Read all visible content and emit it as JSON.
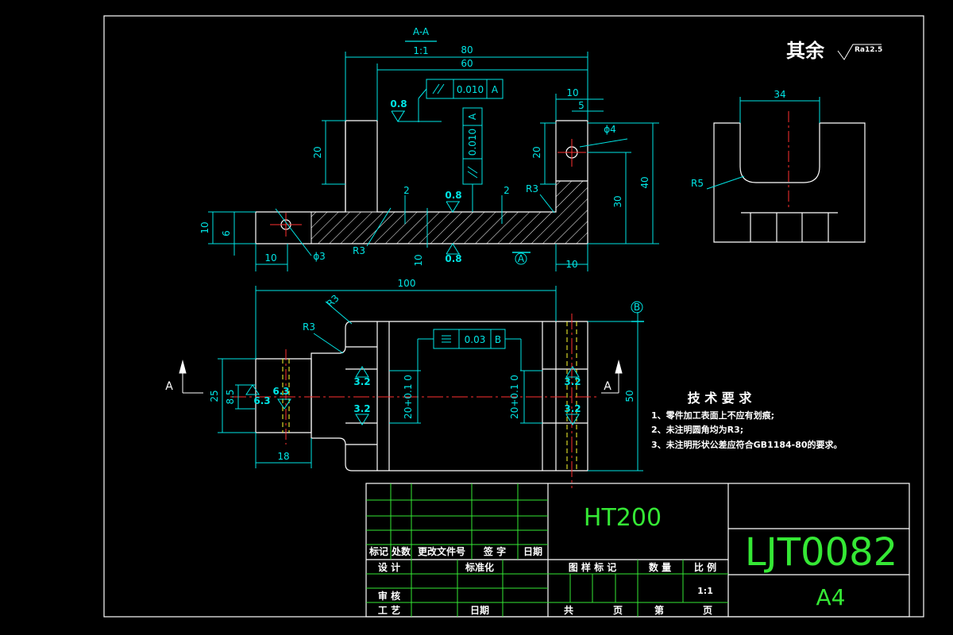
{
  "section_view": {
    "label": "A-A",
    "scale": "1:1"
  },
  "roughness_note": {
    "prefix": "其余",
    "value": "Ra12.5"
  },
  "dimensions": {
    "d80": "80",
    "d60": "60",
    "d10a": "10",
    "d5": "5",
    "phi4": "ϕ4",
    "d20a": "20",
    "d20b": "20",
    "d40": "40",
    "d30": "30",
    "d2a": "2",
    "d2b": "2",
    "r3a": "R3",
    "r3b": "R3",
    "d10b": "10",
    "d6": "6",
    "phi3": "ϕ3",
    "d10c": "10",
    "d10d": "10",
    "d10e": "10",
    "d100": "100",
    "r3c": "R3",
    "r3d": "R3",
    "d25": "25",
    "d8_5": "8.5",
    "d18": "18",
    "d50": "50",
    "d20tol_l": "20+0.1 0",
    "d20tol_r": "20+0.1 0",
    "d34": "34",
    "r5": "R5"
  },
  "roughness": {
    "r08a": "0.8",
    "r08b": "0.8",
    "r08c": "0.8",
    "r32a": "3.2",
    "r32b": "3.2",
    "r32c": "3.2",
    "r32d": "3.2",
    "r63a": "6.3",
    "r63b": "6.3"
  },
  "tolerances": {
    "parallel_top": {
      "symbol": "//",
      "value": "0.010",
      "datum": "A"
    },
    "parallel_vert": {
      "symbol": "//",
      "value": "0.010",
      "datum": "A"
    },
    "symmetry": {
      "symbol": "═",
      "value": "0.03",
      "datum": "B"
    }
  },
  "datums": {
    "a": "A",
    "b": "B"
  },
  "section_markers": {
    "left": "A",
    "right": "A"
  },
  "tech_requirements": {
    "title": "技 术 要 求",
    "items": [
      "1、零件加工表面上不应有划痕;",
      "2、未注明圆角均为R3;",
      "3、未注明形状公差应符合GB1184-80的要求。"
    ]
  },
  "title_block": {
    "material": "HT200",
    "drawing_no": "LJT0082",
    "sheet_size": "A4",
    "rev_headers": [
      "标记",
      "处数",
      "更改文件号",
      "签 字",
      "日期"
    ],
    "design": "设 计",
    "standardize": "标准化",
    "check": "审 核",
    "process": "工 艺",
    "date": "日期",
    "stage": "图 样 标 记",
    "quantity": "数 量",
    "scale_label": "比 例",
    "scale_value": "1:1",
    "total": "共",
    "sheets": "页",
    "page": "第",
    "page_unit": "页"
  }
}
